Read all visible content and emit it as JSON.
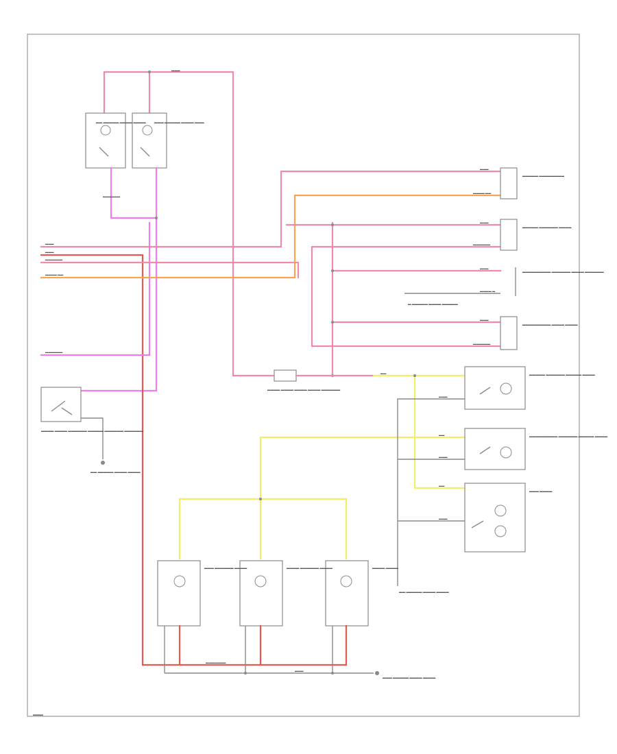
{
  "diagram": {
    "footer": "▬▬▬",
    "colors": {
      "pink": "#f08aa8",
      "red": "#e8584f",
      "magenta": "#f07cf0",
      "orange": "#f5a553",
      "yellow": "#f2ee6a",
      "gray": "#8a8a8a"
    },
    "components": [
      {
        "id": "left-reading-lamp",
        "label": "▬▬ ▬▬▬▬▬ ▬▬▬▬ ▬▬▬▬"
      },
      {
        "id": "right-reading-lamp",
        "label": "▬▬▬ ▬▬▬▬▬ ▬▬▬▬ ▬▬▬"
      },
      {
        "id": "dome-lamp-module",
        "label": "▬▬▬▬ ▬▬▬▬ ▬▬▬▬ ▬▬▬▬ ▬▬▬▬▬▬"
      },
      {
        "id": "driver-vanity-lamp",
        "label": "▬▬▬▬▬ ▬▬▬▬▬▬ ▬▬▬▬▬ ▬▬▬▬"
      },
      {
        "id": "passenger-vanity-lamp",
        "label": "▬▬▬▬▬▬▬▬▬ ▬▬▬▬▬▬ ▬▬▬▬▬ ▬▬▬▬"
      },
      {
        "id": "sun-visor-lamp",
        "label": "▬▬▬ ▬▬▬▬"
      },
      {
        "id": "rear-lamp-1",
        "label": "▬▬▬ ▬▬▬▬▬▬ ▬▬▬▬"
      },
      {
        "id": "rear-lamp-2",
        "label": "▬▬▬▬ ▬▬▬▬▬▬ ▬▬▬▬"
      },
      {
        "id": "rear-lamp-3",
        "label": "▬▬▬▬ ▬▬▬▬"
      },
      {
        "id": "door-switch",
        "label": "▬▬▬▬ ▬▬▬▬ ▬▬▬▬▬▬ ▬▬▬▬▬ ▬▬▬▬▬▬ ▬▬▬▬▬▬"
      },
      {
        "id": "ground-1",
        "label": "▬▬ ▬▬▬▬▬ ▬▬▬▬ ▬▬▬▬"
      },
      {
        "id": "ground-2",
        "label": "▬ ▬▬▬▬▬ ▬▬▬▬ ▬▬▬▬▬"
      },
      {
        "id": "ground-3",
        "label": "▬▬ ▬▬▬▬▬ ▬▬▬▬ ▬▬▬▬"
      },
      {
        "id": "ground-4",
        "label": "▬▬▬ ▬▬▬▬▬ ▬▬▬▬ ▬▬▬▬"
      },
      {
        "id": "rh-conn-1",
        "label": "▬▬▬▬▬ ▬▬▬▬▬▬▬▬"
      },
      {
        "id": "rh-conn-2",
        "label": "▬▬▬▬▬ ▬▬▬▬▬▬ ▬▬▬▬"
      },
      {
        "id": "rh-conn-3",
        "label": "▬▬▬▬▬▬▬▬▬ ▬▬▬▬▬▬ ▬▬▬▬ ▬▬▬▬▬▬"
      },
      {
        "id": "rh-conn-4",
        "label": "▬▬▬▬▬▬▬▬▬ ▬▬▬▬ ▬▬▬▬"
      }
    ],
    "wire_labels": {
      "pink": "▬▬▬",
      "pink_long": "▬▬▬▬▬▬",
      "red_long": "▬▬▬▬▬▬▬",
      "orange_long": "▬▬▬▬ ▬▬",
      "magenta": "▬▬▬▬▬▬",
      "yellow": "▬▬",
      "gray": "▬▬▬",
      "gray_long": "▬▬▬▬ ▬"
    }
  }
}
